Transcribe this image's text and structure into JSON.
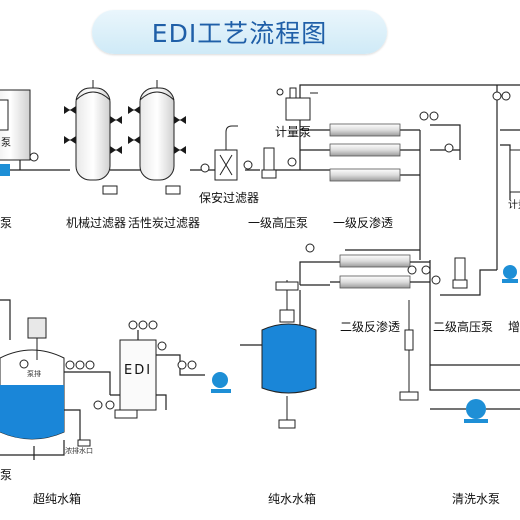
{
  "title": "EDI工艺流程图",
  "labels": {
    "raw_pump": "泵",
    "raw_pump_2": "泵",
    "mechanical_filter": "机械过滤器",
    "carbon_filter": "活性炭过滤器",
    "security_filter": "保安过滤器",
    "dosing_pump": "计量泵",
    "dosing_pump_right": "计量",
    "high_pressure_pump_1": "一级高压泵",
    "ro_1": "一级反渗透",
    "ro_2": "二级反渗透",
    "high_pressure_pump_2": "二级高压泵",
    "booster_pump": "增",
    "edi": "EDI",
    "ultrapure_tank": "超纯水箱",
    "pure_tank": "纯水水箱",
    "clean_pump": "清洗水泵",
    "pump_bottom_left": "泵",
    "agitator": "泵排",
    "drain": "浓排水口"
  },
  "colors": {
    "water": "#1a86d8",
    "pipe": "#222222",
    "title": "#1f5fa8",
    "pump": "#1e8fd6"
  }
}
